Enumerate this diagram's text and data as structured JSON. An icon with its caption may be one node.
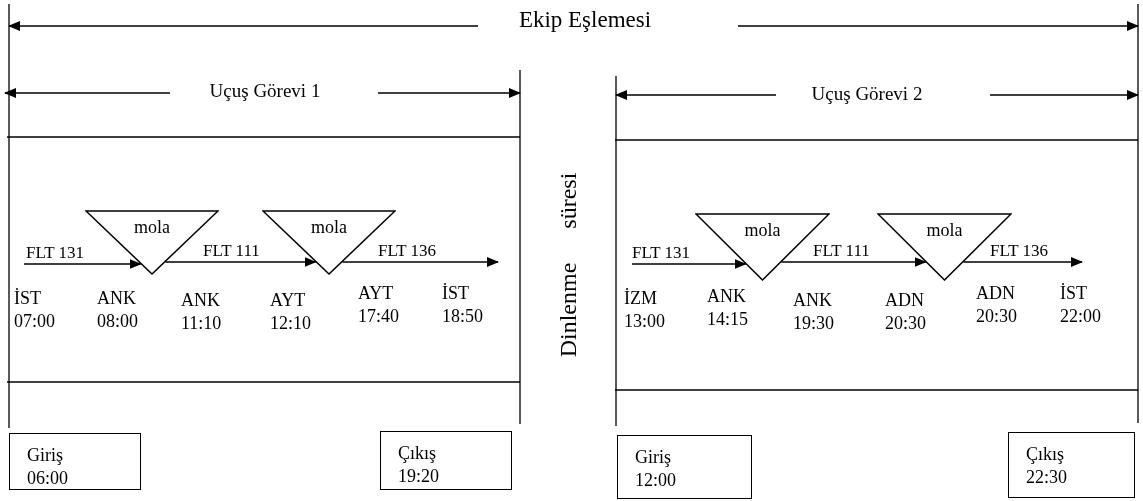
{
  "diagram": {
    "nodes": [
      {
        "text": [
          "mola"
        ]
      },
      {
        "text": [
          "mola"
        ]
      },
      {
        "text": [
          "Giriş 06:00"
        ]
      },
      {
        "text": [
          "Çıkış 19:20"
        ]
      },
      {
        "text": [
          "mola"
        ]
      },
      {
        "text": [
          "mola"
        ]
      },
      {
        "text": [
          "Giriş 12:00"
        ]
      },
      {
        "text": [
          "Çıkış 22:30"
        ]
      }
    ],
    "edges": [
      {
        "from": null,
        "to": 0,
        "arrow": "to",
        "label": "FLT 131"
      },
      {
        "from": 0,
        "to": 1,
        "arrow": "to",
        "label": "FLT 111"
      },
      {
        "from": 1,
        "to": null,
        "arrow": "to",
        "label": "FLT 136"
      },
      {
        "from": null,
        "to": 4,
        "arrow": "to",
        "label": "FLT 131"
      },
      {
        "from": 4,
        "to": 5,
        "arrow": "to",
        "label": "FLT 111"
      },
      {
        "from": 5,
        "to": null,
        "arrow": "to",
        "label": "FLT 136"
      }
    ],
    "labels": [
      "Ekip Eşlemesi",
      "Uçuş Görevi 1",
      "Uçuş Görevi 2",
      "Dinlenme süresi",
      "İST 07:00",
      "ANK 08:00",
      "ANK 11:10",
      "AYT 12:10",
      "AYT 17:40",
      "İST 18:50",
      "İZM 13:00",
      "ANK 14:15",
      "ANK 19:30",
      "ADN 20:30",
      "ADN 20:30",
      "İST 22:00"
    ]
  }
}
